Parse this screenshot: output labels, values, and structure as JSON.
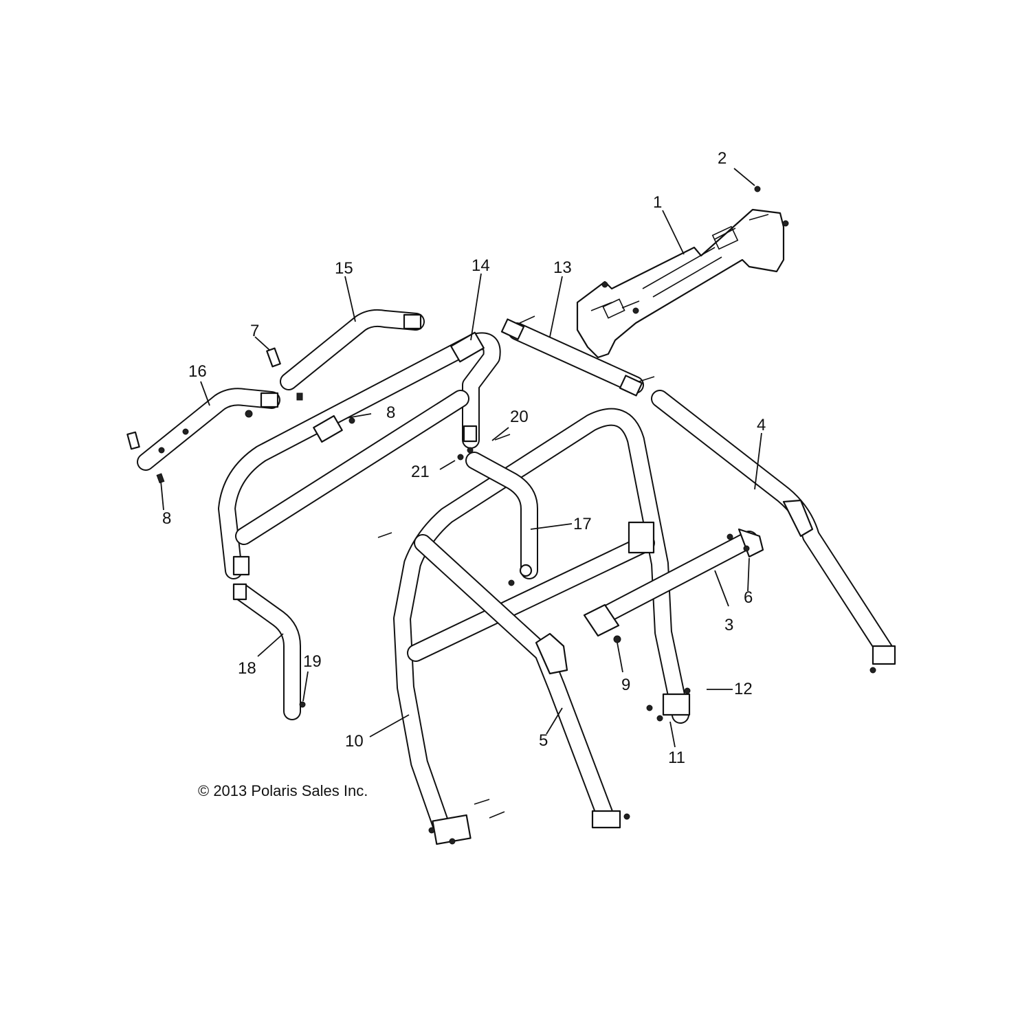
{
  "diagram": {
    "copyright": "© 2013 Polaris Sales Inc.",
    "callouts": [
      "1",
      "2",
      "3",
      "4",
      "5",
      "6",
      "7",
      "8",
      "8",
      "9",
      "10",
      "11",
      "12",
      "13",
      "14",
      "15",
      "16",
      "17",
      "18",
      "19",
      "20",
      "21"
    ]
  }
}
